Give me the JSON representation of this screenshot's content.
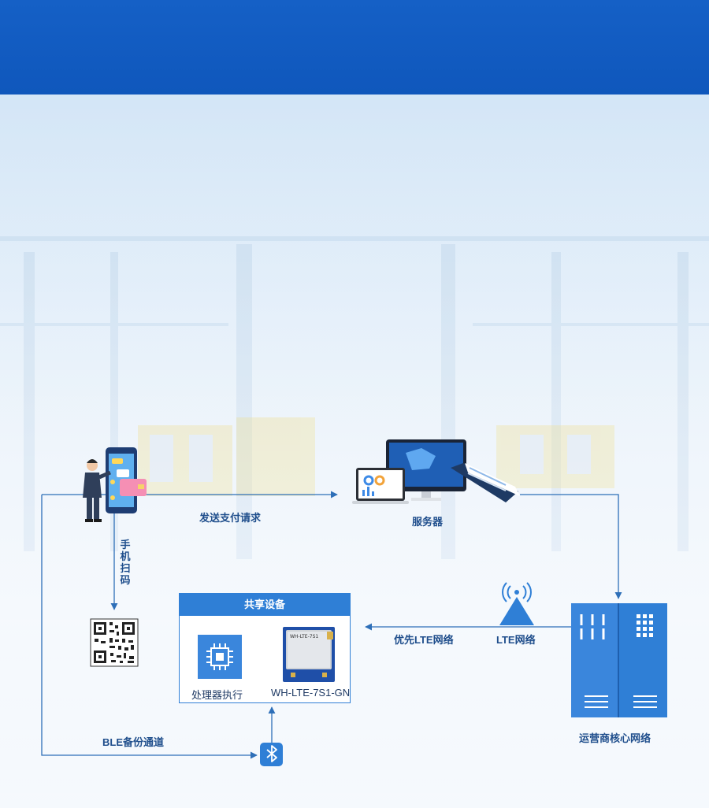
{
  "labels": {
    "send_payment_request": "发送支付请求",
    "server": "服务器",
    "phone_scan": "手机扫码",
    "shared_device": "共享设备",
    "processor_exec": "处理器执行",
    "module_model": "WH-LTE-7S1-GN",
    "prefer_lte": "优先LTE网络",
    "lte_network": "LTE网络",
    "carrier_core": "运营商核心网络",
    "ble_backup": "BLE备份通道",
    "module_chip_text": "WH-LTE-7S1"
  },
  "icons": {
    "user": "person-with-phone-icon",
    "server": "server-screens-icon",
    "qr": "qr-code-icon",
    "processor": "chip-icon",
    "module": "lte-module-icon",
    "tower": "antenna-tower-icon",
    "core": "server-cabinet-icon",
    "bluetooth": "bluetooth-icon"
  },
  "colors": {
    "banner": "#1560c6",
    "line": "#2e6fb8",
    "accent": "#2f7fd6",
    "label": "#1f4e8c"
  }
}
